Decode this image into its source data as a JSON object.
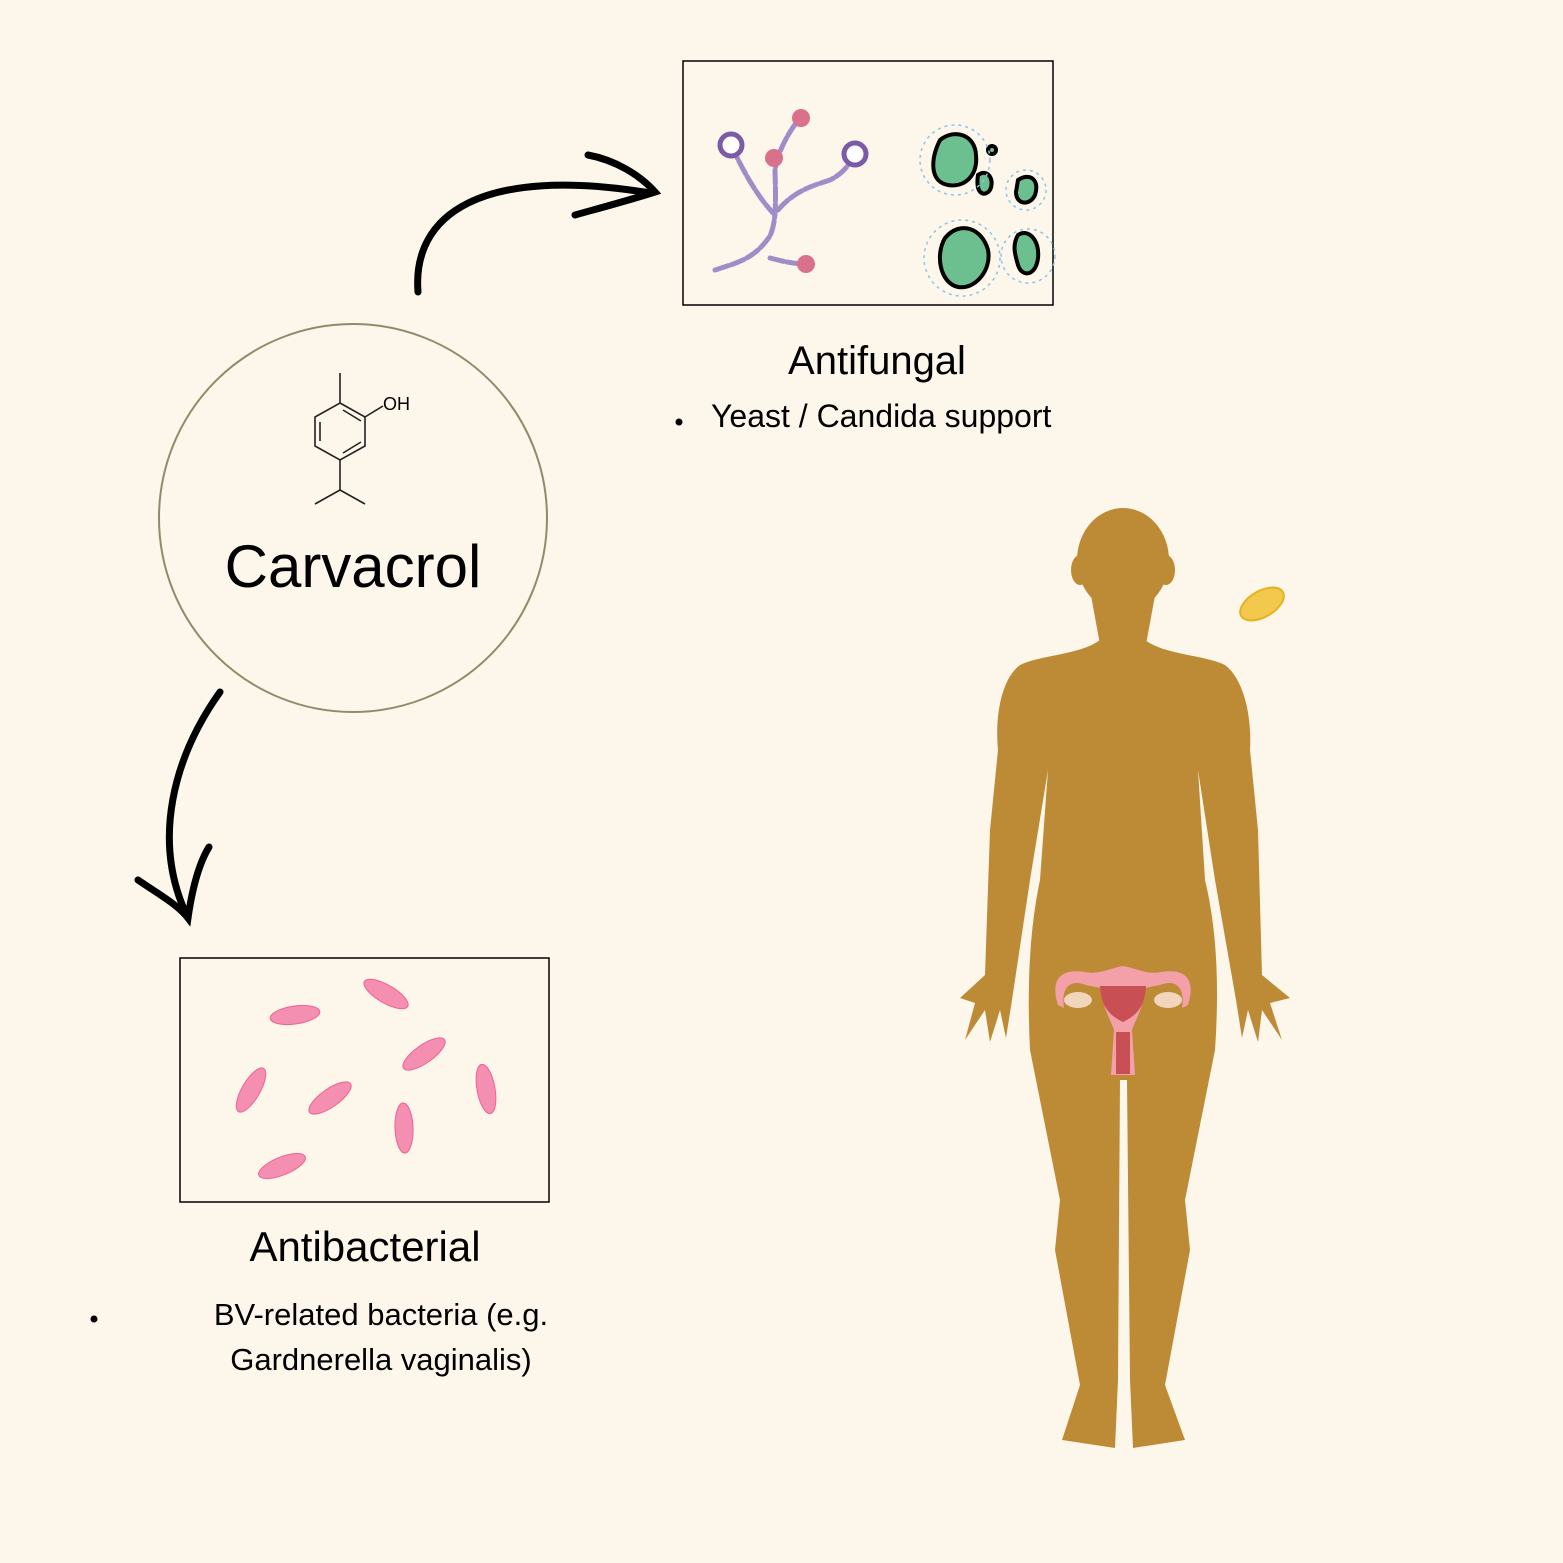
{
  "center": {
    "title": "Carvacrol",
    "oh_label": "OH"
  },
  "antifungal": {
    "title": "Antifungal",
    "bullets": [
      "Yeast / Candida support"
    ]
  },
  "antibacterial": {
    "title": "Antibacterial",
    "bullets": [
      "BV-related bacteria (e.g.",
      "Gardnerella vaginalis)"
    ]
  },
  "colors": {
    "background": "#fdf6ea",
    "body": "#bd8b36",
    "circle_stroke": "#8d8d6b",
    "hyphae": "#a08dc8",
    "yeast": "#6cc08f",
    "bacteria": "#f48fb1",
    "pill": "#f2c94c"
  }
}
